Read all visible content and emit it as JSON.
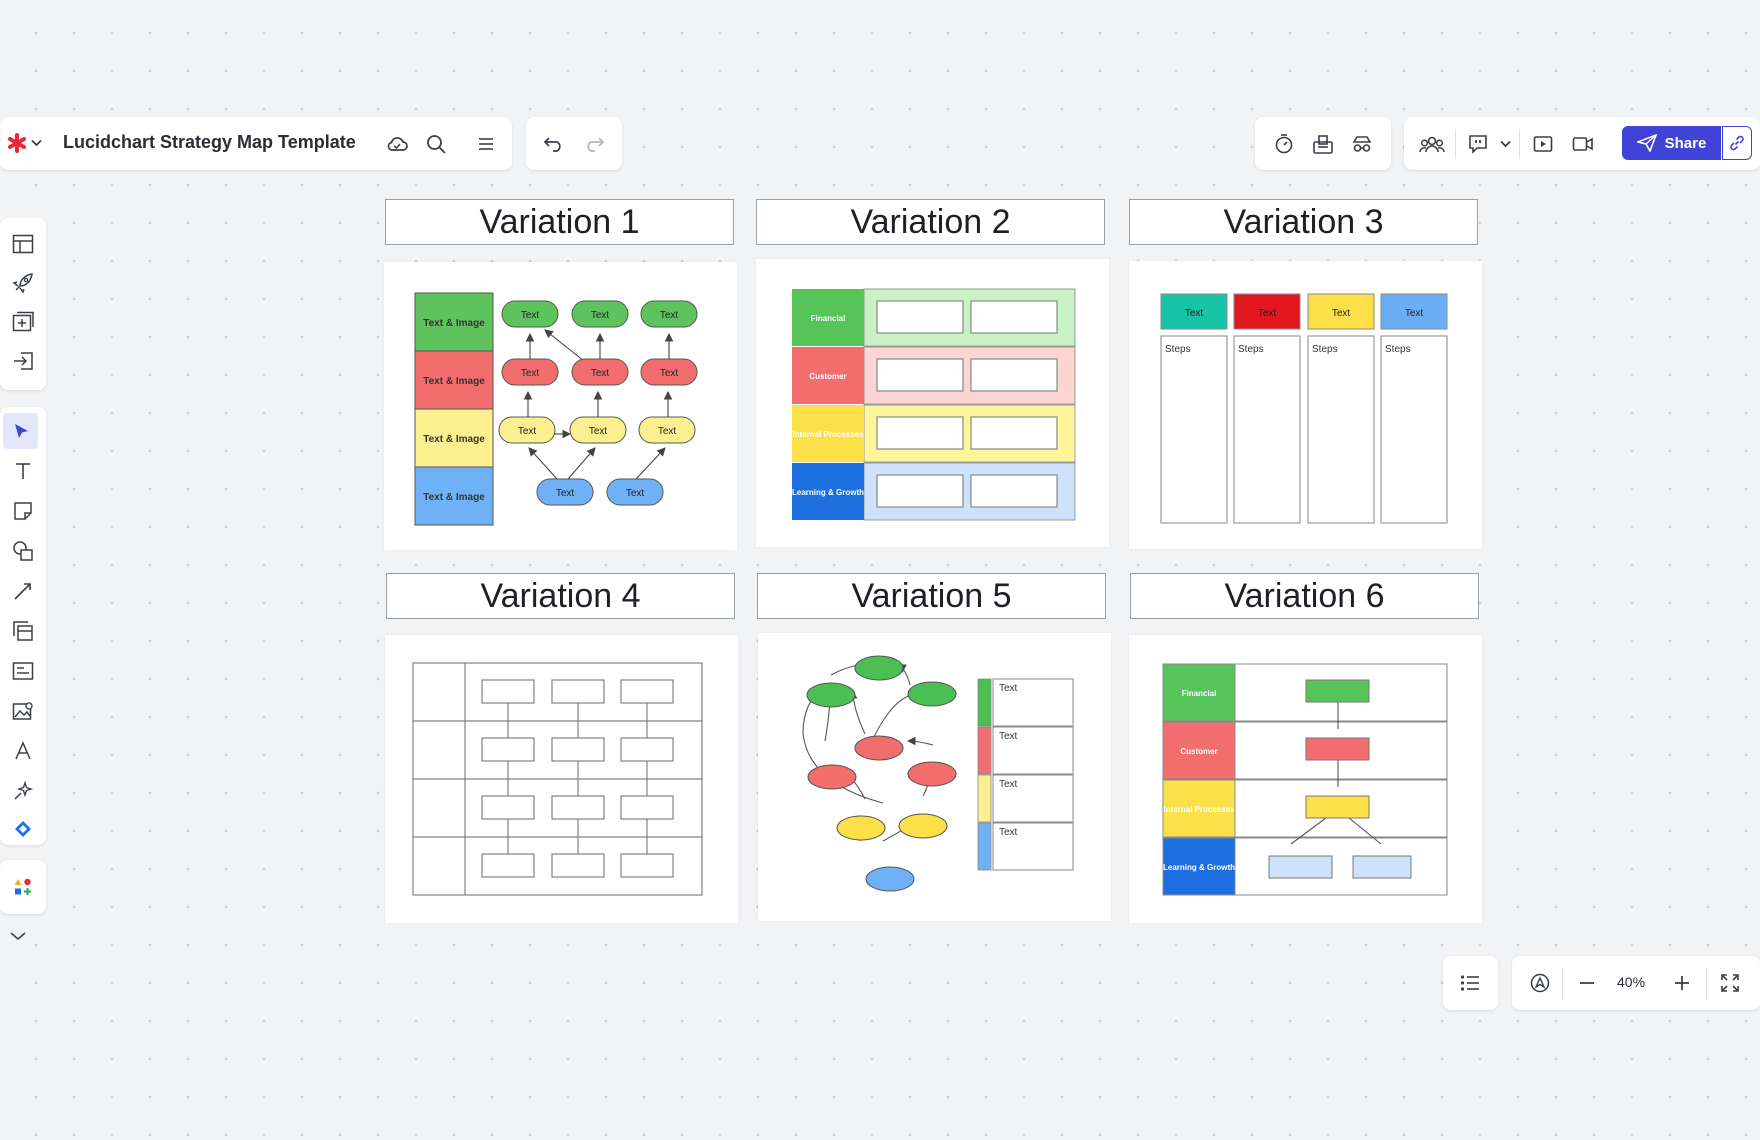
{
  "app": {
    "title": "Lucidchart Strategy Map Template",
    "share_label": "Share",
    "zoom": "40%"
  },
  "variations": {
    "v1": {
      "title": "Variation 1",
      "rows": [
        {
          "label": "Text & Image",
          "color": "#5ec35c"
        },
        {
          "label": "Text & Image",
          "color": "#f26d6d"
        },
        {
          "label": "Text & Image",
          "color": "#fcef8f"
        },
        {
          "label": "Text & Image",
          "color": "#6fb1f7"
        }
      ],
      "node_label": "Text"
    },
    "v2": {
      "title": "Variation 2",
      "rows": [
        {
          "label": "Financial",
          "color": "#57c45a",
          "band": "#c9f2c4"
        },
        {
          "label": "Customer",
          "color": "#f26d6d",
          "band": "#fbd4d4"
        },
        {
          "label": "Internal Processes",
          "color": "#fce047",
          "band": "#fcf59a"
        },
        {
          "label": "Learning & Growth",
          "color": "#1d6fe0",
          "band": "#cfe2fb"
        }
      ]
    },
    "v3": {
      "title": "Variation 3",
      "columns": [
        {
          "label": "Text",
          "color": "#18c4a8",
          "step": "Steps"
        },
        {
          "label": "Text",
          "color": "#e3171e",
          "step": "Steps"
        },
        {
          "label": "Text",
          "color": "#fde047",
          "step": "Steps"
        },
        {
          "label": "Text",
          "color": "#6aaef6",
          "step": "Steps"
        }
      ]
    },
    "v4": {
      "title": "Variation 4"
    },
    "v5": {
      "title": "Variation 5",
      "legend": [
        {
          "label": "Text",
          "color": "#4cbf52"
        },
        {
          "label": "Text",
          "color": "#f26d6d"
        },
        {
          "label": "Text",
          "color": "#fcef8f"
        },
        {
          "label": "Text",
          "color": "#6fb1f7"
        }
      ]
    },
    "v6": {
      "title": "Variation 6",
      "rows": [
        {
          "label": "Financial",
          "color": "#57c45a"
        },
        {
          "label": "Customer",
          "color": "#f26d6d"
        },
        {
          "label": "Internal Processes",
          "color": "#fce047"
        },
        {
          "label": "Learning & Growth",
          "color": "#1d6fe0"
        }
      ]
    }
  }
}
